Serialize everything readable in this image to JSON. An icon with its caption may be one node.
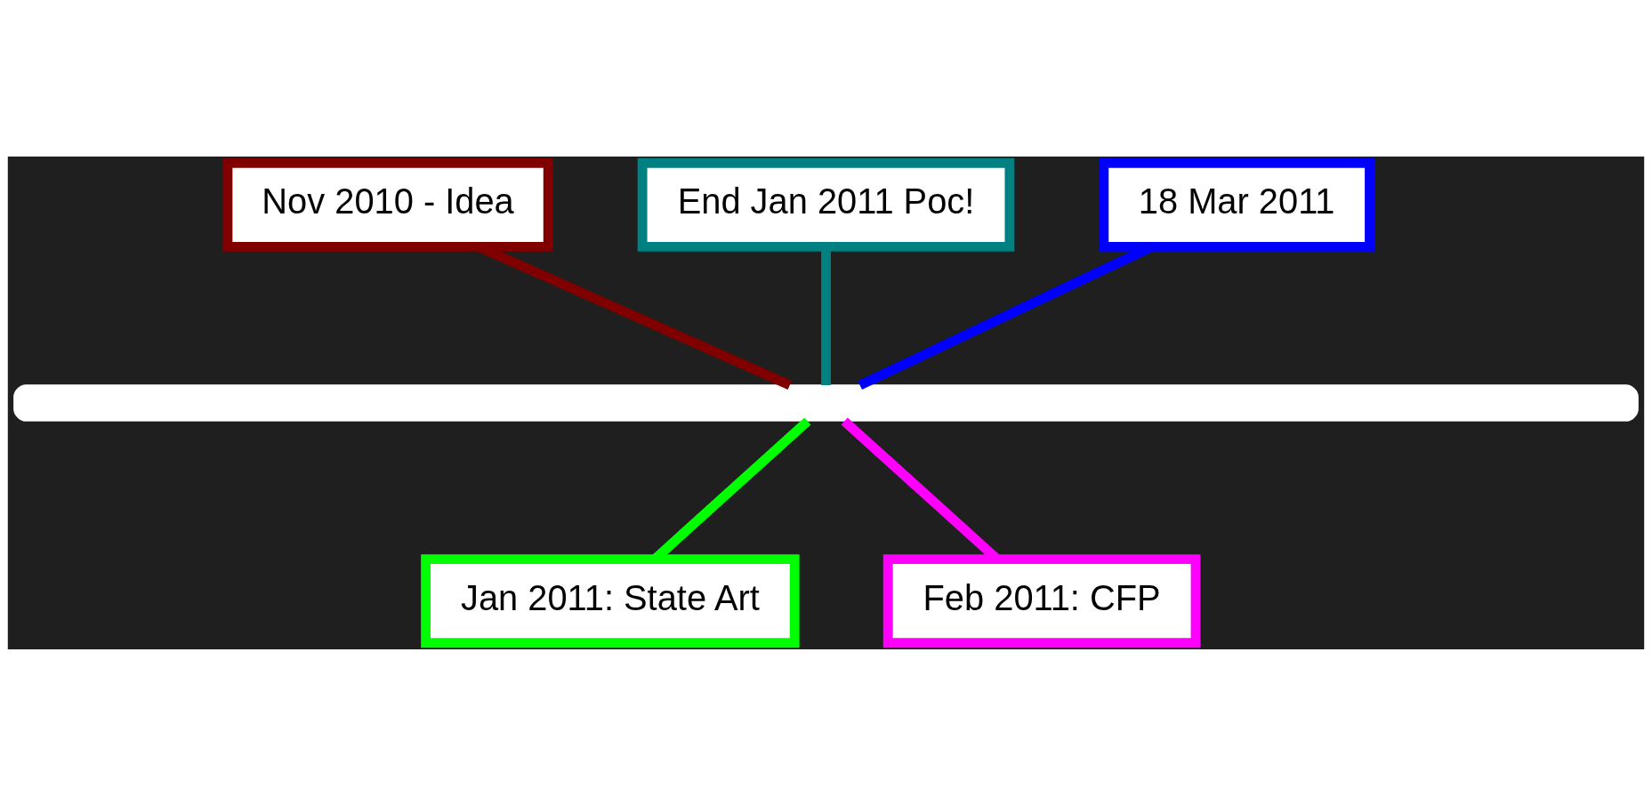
{
  "diagram": {
    "nodes": [
      {
        "text": [
          "Nov 2010 - Idea"
        ]
      },
      {
        "text": [
          "End Jan 2011 Poc!"
        ]
      },
      {
        "text": [
          "18 Mar 2011"
        ]
      },
      {
        "text": [],
        "shape": "bar"
      },
      {
        "text": [
          "Jan 2011: State Art"
        ]
      },
      {
        "text": [
          "Feb 2011: CFP"
        ]
      }
    ],
    "edges": [
      {
        "from": 0,
        "to": 3,
        "arrow": "none",
        "color": "#800000"
      },
      {
        "from": 4,
        "to": 3,
        "arrow": "none",
        "color": "#00ff00"
      },
      {
        "from": 1,
        "to": 3,
        "arrow": "none",
        "color": "#008080"
      },
      {
        "from": 5,
        "to": 3,
        "arrow": "none",
        "color": "#ff00ff"
      },
      {
        "from": 2,
        "to": 3,
        "arrow": "none",
        "color": "#0000ff"
      }
    ]
  }
}
